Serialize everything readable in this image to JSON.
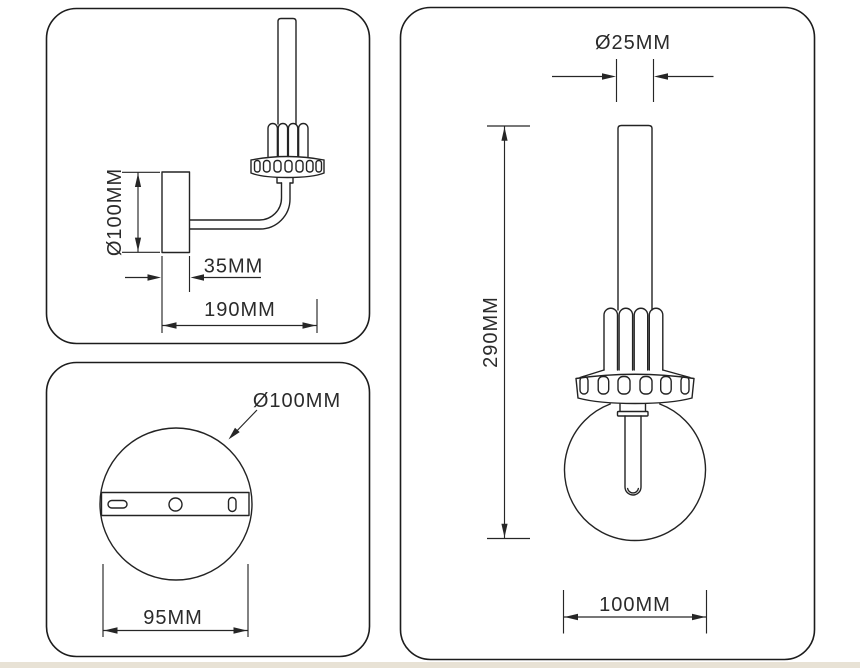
{
  "colors": {
    "line": "#232323",
    "panel_border": "#1c1c1c",
    "background": "#ffffff",
    "footer_strip": "#e8e2d5"
  },
  "drawing": {
    "side_view": {
      "plate_diameter": "Ø100MM",
      "plate_depth": "35MM",
      "projection": "190MM"
    },
    "back_view": {
      "plate_diameter": "Ø100MM",
      "mount_width": "95MM"
    },
    "front_view": {
      "tube_diameter": "Ø25MM",
      "overall_height": "290MM",
      "shade_width": "100MM"
    }
  }
}
